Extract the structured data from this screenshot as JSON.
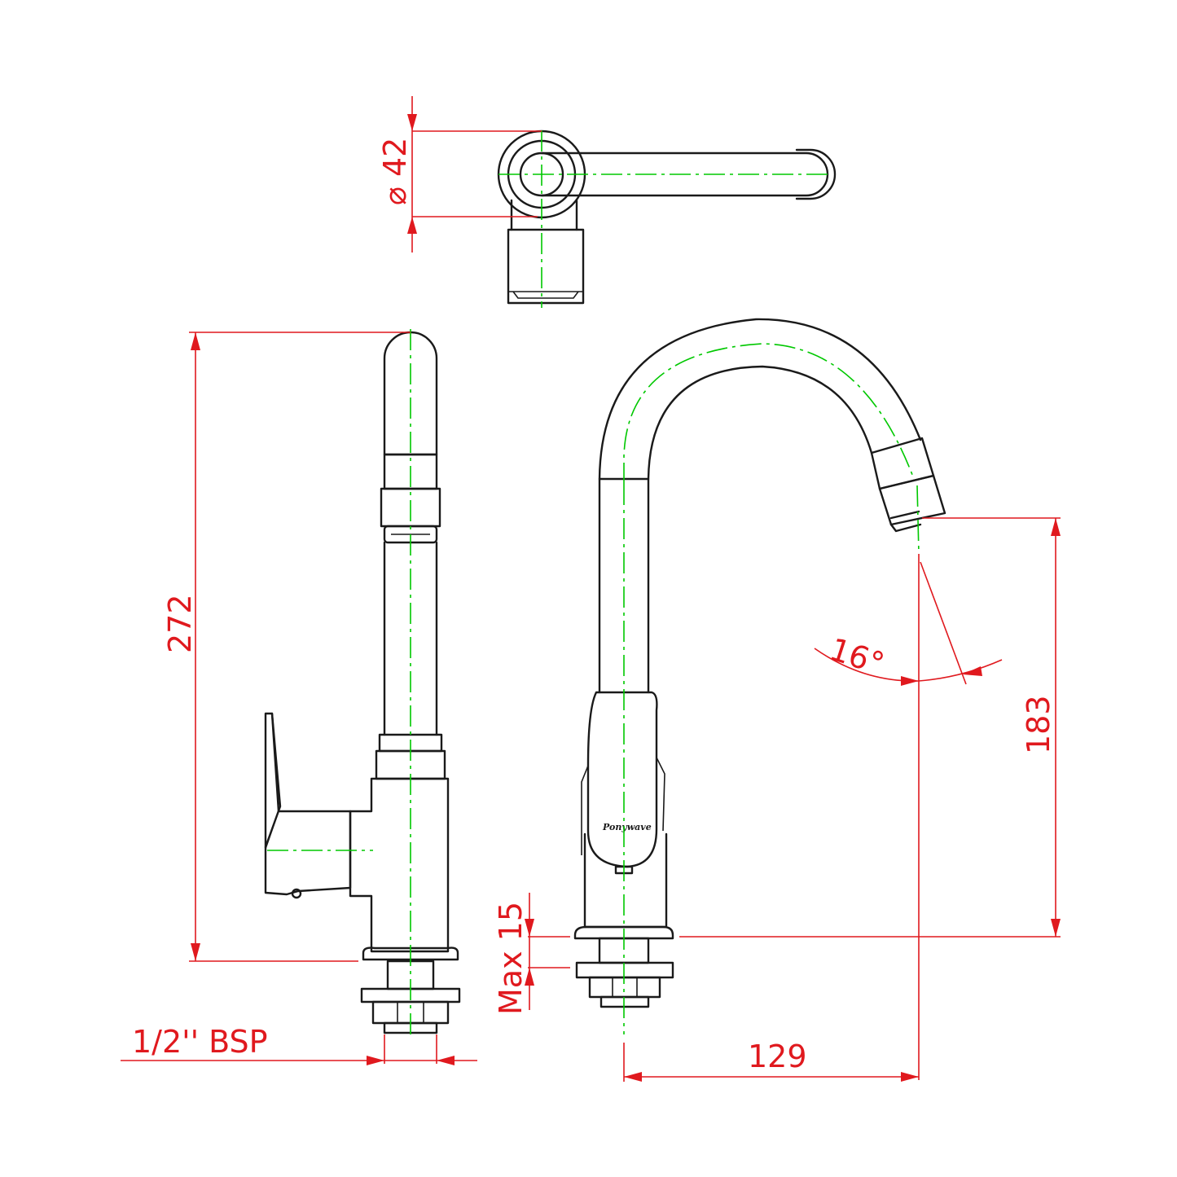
{
  "dimensions": {
    "diameter": "42",
    "height_total": "272",
    "spout_height": "183",
    "spout_reach": "129",
    "mounting_thickness": "Max 15",
    "thread": "1/2'' BSP",
    "swivel_angle": "16°"
  },
  "brand_mark": "Ponywave",
  "colors": {
    "outline": "#1a1a1a",
    "centerline": "#00c800",
    "dimension": "#e0191e",
    "background": "#ffffff"
  }
}
